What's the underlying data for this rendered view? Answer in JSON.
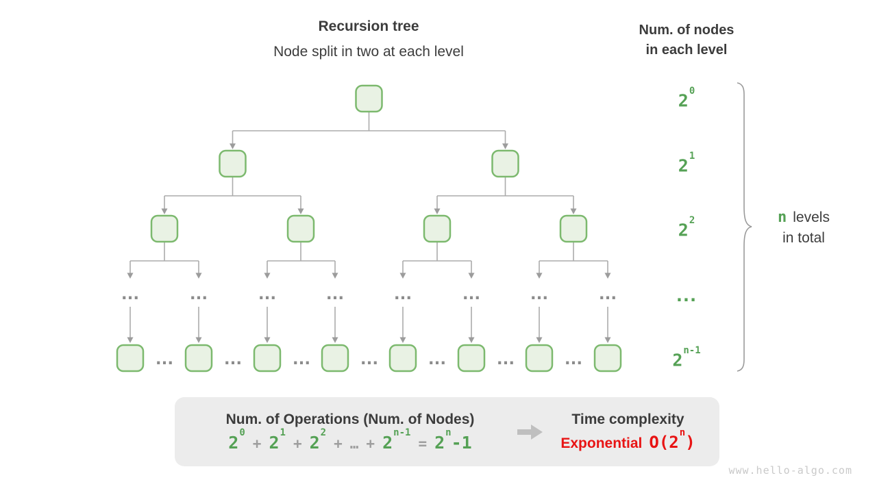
{
  "header": {
    "title": "Recursion tree",
    "subtitle": "Node split in two at each level"
  },
  "right_header": {
    "line1": "Num. of nodes",
    "line2": "in each level"
  },
  "levels": [
    {
      "base": "2",
      "exp": "0"
    },
    {
      "base": "2",
      "exp": "1"
    },
    {
      "base": "2",
      "exp": "2"
    },
    {
      "dots": "..."
    },
    {
      "base": "2",
      "exp": "n-1"
    }
  ],
  "tree": {
    "ellipsis": "..."
  },
  "brace_label": {
    "n": "n",
    "levels": "levels",
    "line2": "in total"
  },
  "summary": {
    "operations_title": "Num. of Operations (Num. of Nodes)",
    "formula": {
      "terms": [
        {
          "base": "2",
          "exp": "0"
        },
        {
          "base": "2",
          "exp": "1"
        },
        {
          "base": "2",
          "exp": "2"
        },
        {
          "base": "2",
          "exp": "n-1"
        }
      ],
      "plus": "+",
      "dots": "…",
      "equals": "=",
      "result": {
        "base": "2",
        "exp": "n",
        "suffix": "-1"
      }
    },
    "time_title": "Time complexity",
    "complexity_word": "Exponential",
    "big_o": {
      "prefix": "O(",
      "base": "2",
      "exp": "n",
      "suffix": ")"
    }
  },
  "watermark": "www.hello-algo.com",
  "colors": {
    "green_text": "#55a155",
    "node_fill": "#e9f2e4",
    "node_border": "#7cb96e",
    "edge_gray": "#ababab",
    "arrowhead_gray": "#9c9c9c",
    "ellipsis_gray": "#8c8c8c",
    "red": "#e81414",
    "dark_text": "#3c3c3c",
    "box_bg": "#ececec",
    "watermark_gray": "#c9c9c9"
  }
}
